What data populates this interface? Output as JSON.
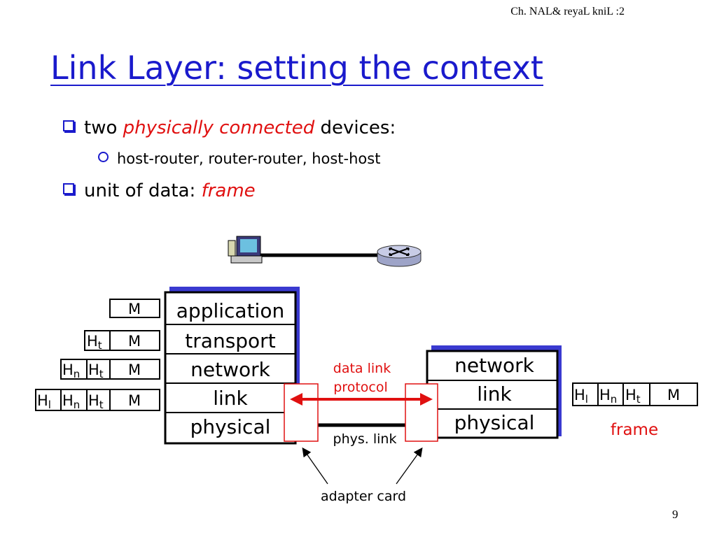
{
  "header": {
    "text": "Ch. NAL& reyaL kniL :2"
  },
  "title": "Link Layer: setting the context",
  "bullets": [
    {
      "pre": "two ",
      "emph": "physically connected",
      "post": " devices:"
    },
    {
      "pre": "unit of data: ",
      "emph": "frame",
      "post": ""
    }
  ],
  "sub_bullets": [
    "host-router, router-router, host-host"
  ],
  "diagram": {
    "left_stack": [
      "application",
      "transport",
      "network",
      "link",
      "physical"
    ],
    "right_stack": [
      "network",
      "link",
      "physical"
    ],
    "packets": [
      [
        "M"
      ],
      [
        "Ht",
        "M"
      ],
      [
        "Hn",
        "Ht",
        "M"
      ],
      [
        "Hl",
        "Hn",
        "Ht",
        "M"
      ]
    ],
    "frame_packet": [
      "Hl",
      "Hn",
      "Ht",
      "M"
    ],
    "header_parts": {
      "H": "H",
      "t": "t",
      "n": "n",
      "l": "l",
      "M": "M"
    },
    "labels": {
      "data_link_protocol": "data link\nprotocol",
      "data_link_line1": "data link",
      "data_link_line2": "protocol",
      "phys_link": "phys. link",
      "adapter_card": "adapter card",
      "frame": "frame"
    },
    "colors": {
      "accent_blue": "#1a1acc",
      "red": "#e01010",
      "stack_shadow": "#3a3ad0"
    },
    "icons": {
      "host": "computer-icon",
      "router": "router-icon"
    }
  },
  "page_number": "9"
}
